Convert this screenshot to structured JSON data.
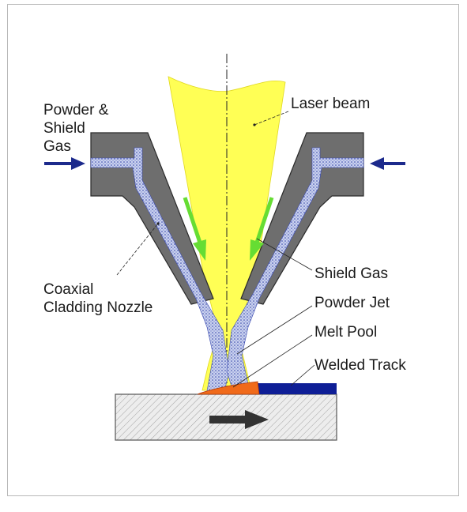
{
  "labels": {
    "powder_shield_gas": [
      "Powder &",
      "Shield",
      "Gas"
    ],
    "laser_beam": "Laser beam",
    "coaxial_nozzle": [
      "Coaxial",
      "Cladding Nozzle"
    ],
    "shield_gas": "Shield Gas",
    "powder_jet": "Powder Jet",
    "melt_pool": "Melt Pool",
    "welded_track": "Welded Track"
  },
  "colors": {
    "laser": "#ffff55",
    "nozzle": "#6e6e6e",
    "powder": "#b8c4e6",
    "inlet_arrow": "#1c2a8c",
    "gas_arrow": "#66dd33",
    "melt_pool": "#f06a1a",
    "welded_track": "#0e1e96",
    "substrate": "#ececec",
    "motion_arrow": "#333333"
  },
  "icons": {
    "inlet_left": "arrow-right-icon",
    "inlet_right": "arrow-left-icon",
    "shield_gas_flow": "arrow-down-icon",
    "substrate_motion": "arrow-right-icon"
  }
}
